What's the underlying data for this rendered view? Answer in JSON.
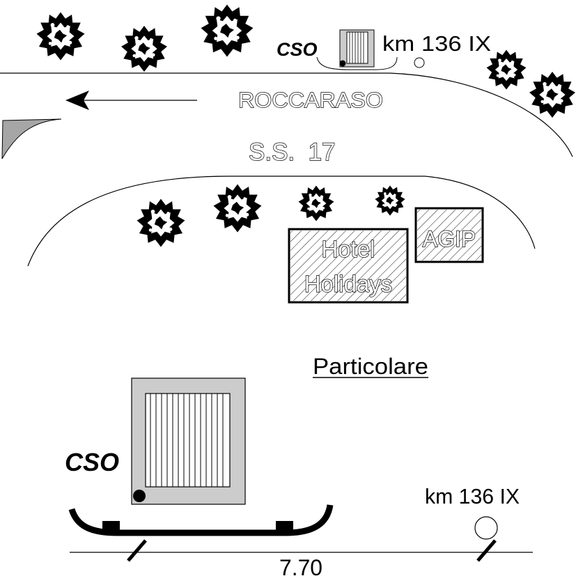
{
  "top_map": {
    "direction_label": "ROCCARASO",
    "road_label": "S.S.  17",
    "cso_label": "CSO",
    "km_marker": "km 136 IX",
    "hotel_line1": "Hotel",
    "hotel_line2": "Holidays",
    "agip_label": "AGIP"
  },
  "detail": {
    "title": "Particolare",
    "cso_label": "CSO",
    "km_marker": "km 136 IX",
    "distance": "7.70"
  },
  "colors": {
    "ink": "#000000",
    "pad_gray": "#cccccc",
    "corner_gray": "#a6a6a6"
  }
}
